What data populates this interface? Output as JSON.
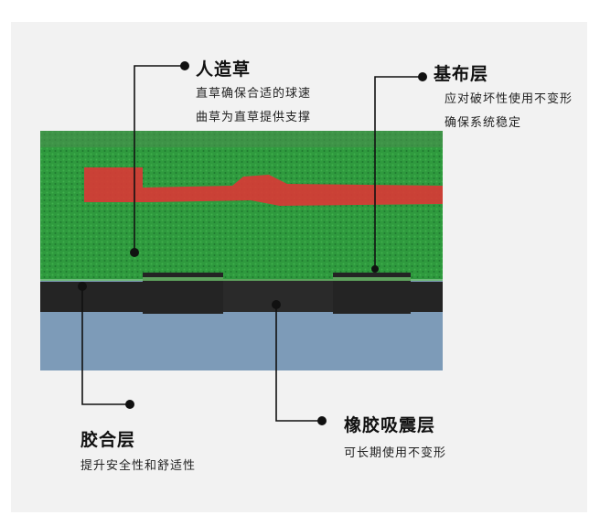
{
  "colors": {
    "background": "#f2f2f2",
    "turf": "#2f9a3e",
    "turf_dark": "#1f7a2e",
    "marking": "#d83a35",
    "rubber": "#242424",
    "floor": "#7d9bb8",
    "line": "#111111"
  },
  "callouts": {
    "turf": {
      "title": "人造草",
      "desc": [
        "直草确保合适的球速",
        "曲草为直草提供支撑"
      ]
    },
    "base": {
      "title": "基布层",
      "desc": [
        "应对破坏性使用不变形",
        "确保系统稳定"
      ]
    },
    "glue": {
      "title": "胶合层",
      "desc": [
        "提升安全性和舒适性"
      ]
    },
    "rubber": {
      "title": "橡胶吸震层",
      "desc": [
        "可长期使用不变形"
      ]
    }
  }
}
